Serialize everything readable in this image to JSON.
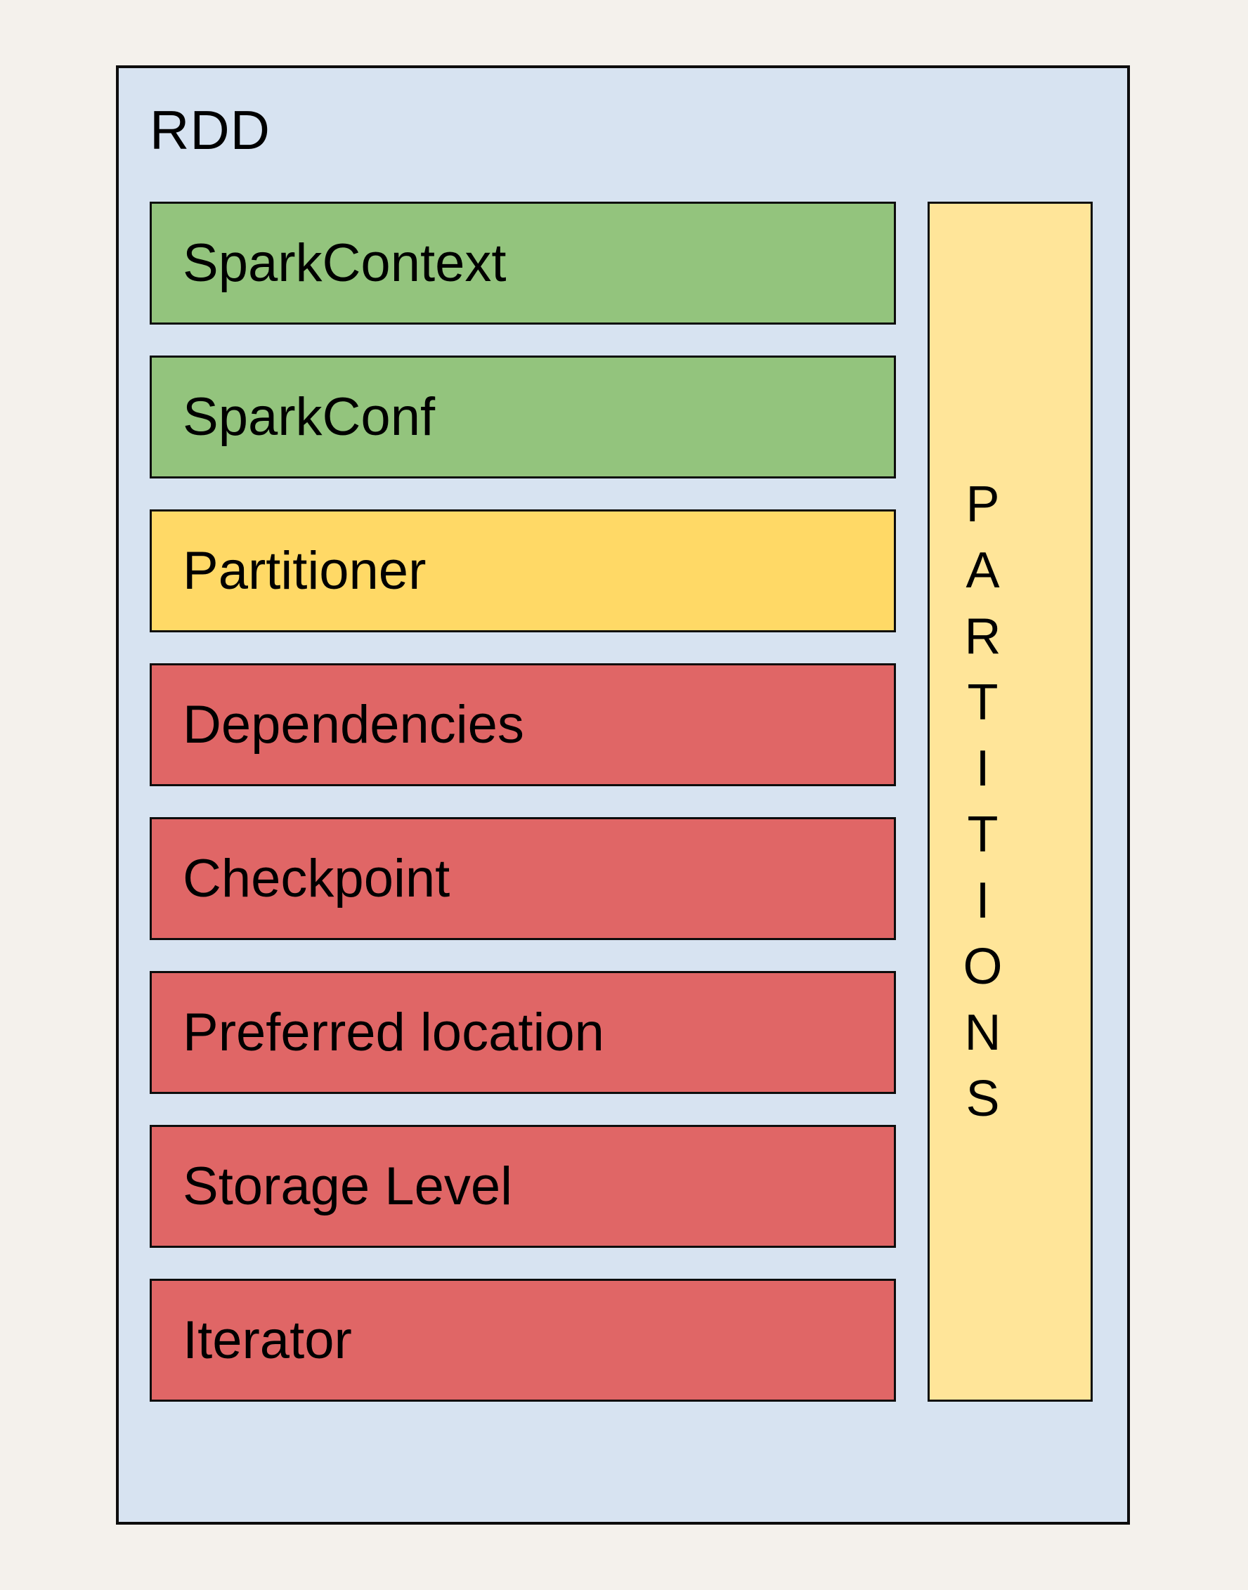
{
  "diagram": {
    "title": "RDD",
    "attributes": [
      {
        "label": "SparkContext",
        "color": "#93c47d"
      },
      {
        "label": "SparkConf",
        "color": "#93c47d"
      },
      {
        "label": "Partitioner",
        "color": "#ffd966"
      },
      {
        "label": "Dependencies",
        "color": "#e06666"
      },
      {
        "label": "Checkpoint",
        "color": "#e06666"
      },
      {
        "label": "Preferred location",
        "color": "#e06666"
      },
      {
        "label": "Storage Level",
        "color": "#e06666"
      },
      {
        "label": "Iterator",
        "color": "#e06666"
      }
    ],
    "partitions_column": {
      "label": "PARTITIONS",
      "orientation": "vertical",
      "color": "#ffe599"
    },
    "colors": {
      "page_bg": "#f4f1ec",
      "container_bg": "#d7e3f1",
      "border": "#0d0d0d",
      "text": "#000000"
    }
  }
}
